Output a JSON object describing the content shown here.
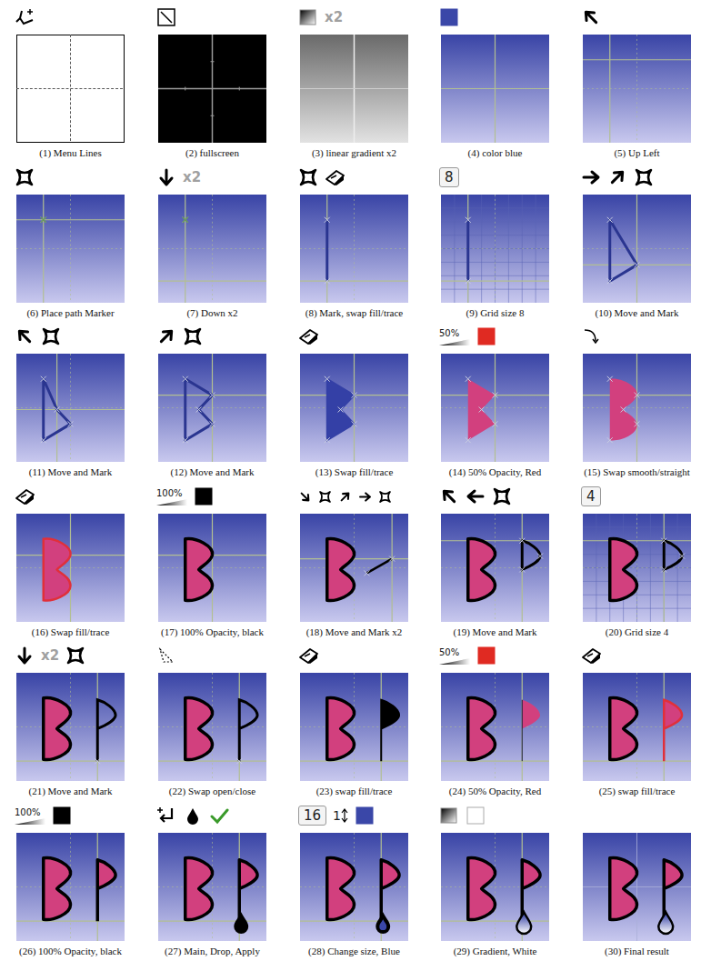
{
  "diagram": {
    "labels": [
      "(1) Menu Lines",
      "(2) fullscreen",
      "x2",
      "(3) linear gradient x2",
      "(4) color blue",
      "(5) Up Left",
      "(6) Place path Marker",
      "x2",
      "(7) Down x2",
      "(8) Mark, swap fill/trace",
      "8",
      "(9) Grid size 8",
      "(10) Move and Mark",
      "(11) Move and Mark",
      "(12) Move and Mark",
      "(13) Swap fill/trace",
      "50%",
      "(14) 50% Opacity, Red",
      "(15) Swap smooth/straight",
      "(16) Swap fill/trace",
      "100%",
      "(17) 100% Opacity, black",
      "(18) Move and Mark x2",
      "(19) Move and Mark",
      "4",
      "(20) Grid size 4",
      "x2",
      "(21) Move and Mark",
      "(22) Swap open/close",
      "(23) swap fill/trace",
      "50%",
      "(24) 50% Opacity, Red",
      "(25) swap fill/trace",
      "100%",
      "(26) 100% Opacity, black",
      "(27) Main, Drop, Apply",
      "16",
      "1",
      "(28) Change size, Blue",
      "(29) Gradient, White",
      "(30) Final result"
    ]
  }
}
